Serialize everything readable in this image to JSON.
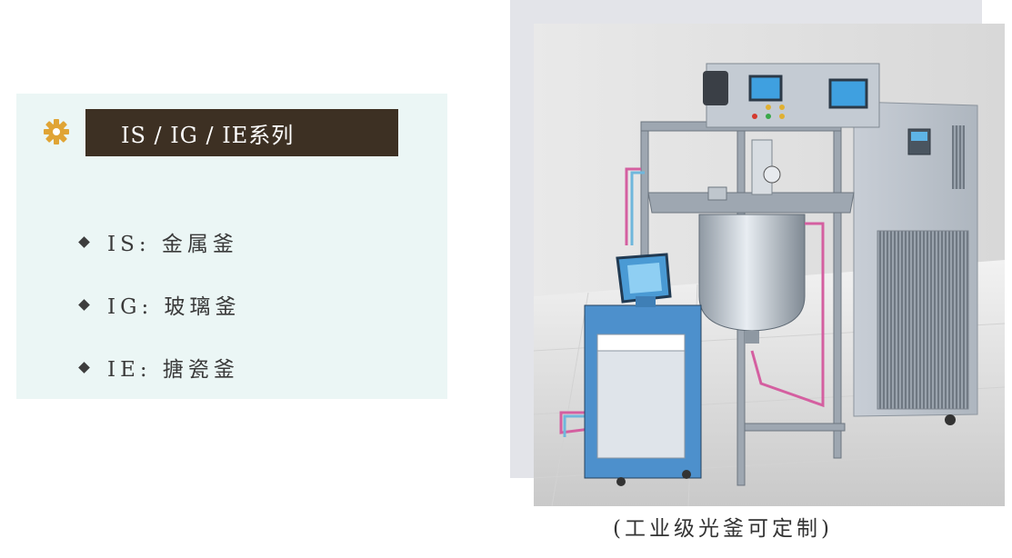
{
  "panel": {
    "title": "IS / IG / IE系列",
    "items": [
      {
        "label": "IS: 金属釜"
      },
      {
        "label": "IG: 玻璃釜"
      },
      {
        "label": "IE: 搪瓷釜"
      }
    ]
  },
  "caption": "(工业级光釜可定制)",
  "colors": {
    "title_bg": "#3d3023",
    "accent_gear": "#e0a435",
    "panel_bg": "#ebf6f5",
    "photo_frame": "#e3e4e9"
  },
  "icons": [
    "gear-icon",
    "diamond-bullet-icon"
  ]
}
